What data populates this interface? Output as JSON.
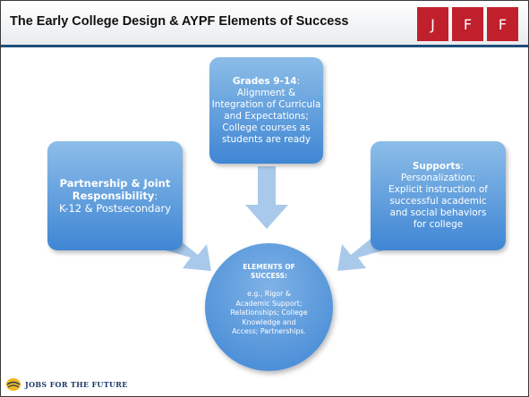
{
  "header": {
    "title": "The Early College Design & AYPF Elements of Success",
    "badges": [
      "J",
      "F",
      "F"
    ]
  },
  "boxes": {
    "top": {
      "heading": "Grades 9-14",
      "colon": ":",
      "lines": [
        "Alignment &",
        "Integration of Curricula",
        "and Expectations;",
        "College courses as",
        "students are ready"
      ]
    },
    "left": {
      "heading_line1": "Partnership & Joint",
      "heading_line2": "Responsibility",
      "colon": ":",
      "body": "K-12 & Postsecondary"
    },
    "right": {
      "heading": "Supports",
      "colon": ":",
      "lines": [
        "Personalization;",
        "Explicit instruction of",
        "successful academic",
        "and social behaviors",
        "for college"
      ]
    }
  },
  "center": {
    "heading_line1": "ELEMENTS OF",
    "heading_line2": "SUCCESS:",
    "lines": [
      "e.g., Rigor &",
      "Academic Support;",
      "Relationships; College",
      "Knowledge and",
      "Access; Partnerships."
    ]
  },
  "footer": {
    "logo_text": "JOBS FOR THE FUTURE",
    "logo_icon": "globe-icon"
  },
  "colors": {
    "accent_bar": "#1f4e79",
    "badge_red": "#c0202b",
    "shape_blue": "#3f86d4",
    "arrow_blue": "#a9c9ea"
  }
}
